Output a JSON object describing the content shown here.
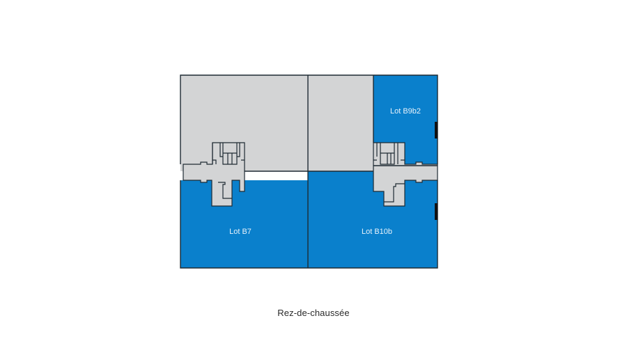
{
  "floor_plan": {
    "caption": "Rez-de-chaussée",
    "colors": {
      "available_lot": "#0a80cc",
      "unavailable_area": "#d3d4d5",
      "wall": "#1e2a33",
      "background": "#ffffff"
    },
    "lots": [
      {
        "id": "lot-b9b2",
        "label": "Lot B9b2",
        "status": "highlighted"
      },
      {
        "id": "lot-b7",
        "label": "Lot B7",
        "status": "highlighted"
      },
      {
        "id": "lot-b10b",
        "label": "Lot B10b",
        "status": "highlighted"
      }
    ]
  }
}
